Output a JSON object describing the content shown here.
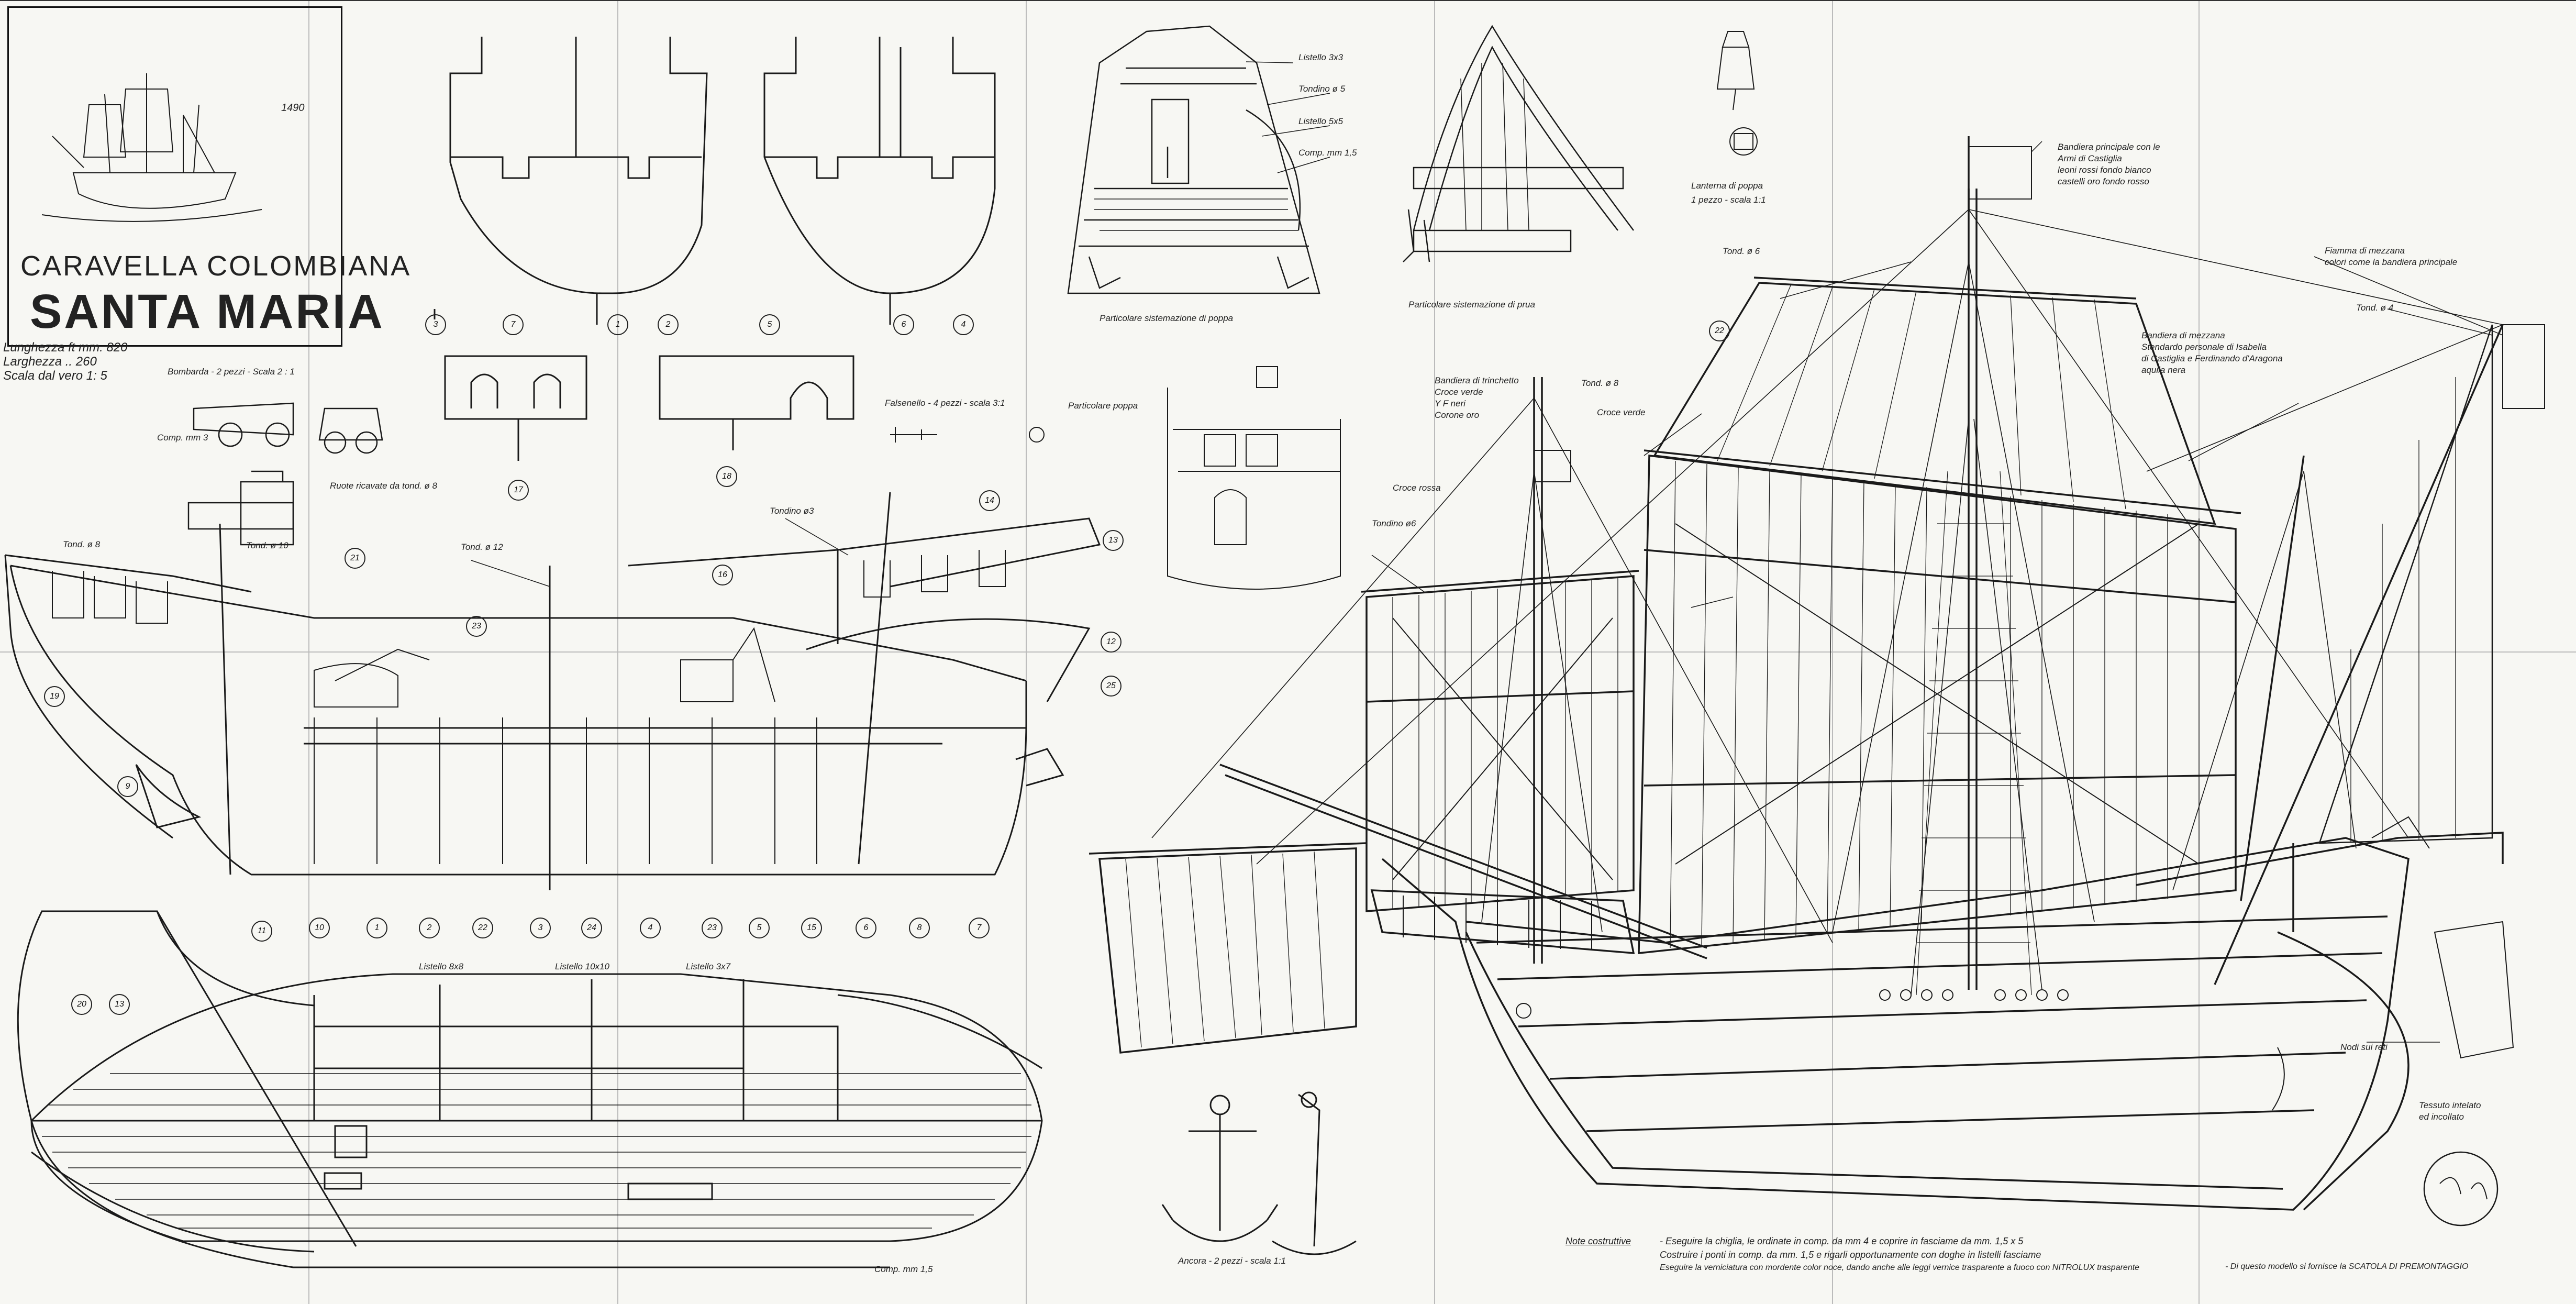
{
  "title": {
    "line1": "CARAVELLA COLOMBIANA",
    "line2": "SANTA MARIA",
    "year": "1490",
    "specs": [
      "Lunghezza ft mm. 820",
      "Larghezza     ..  260",
      "Scala dal vero  1: 5"
    ]
  },
  "labels": {
    "bombarda": "Bombarda - 2 pezzi - Scala 2 : 1",
    "comp3": "Comp. mm 3",
    "ruote": "Ruote ricavate da tond. ø 8",
    "tond8": "Tond. ø 8",
    "tond10": "Tond. ø 10",
    "tond12": "Tond. ø 12",
    "tondino3": "Tondino ø3",
    "falsenello": "Falsenello - 4 pezzi - scala 3:1",
    "part_poppa": "Particolare poppa",
    "listello3x3": "Listello 3x3",
    "tondino5": "Tondino ø 5",
    "listello5x5": "Listello 5x5",
    "comp15": "Comp. mm 1,5",
    "stern_detail": "Particolare sistemazione di poppa",
    "bow_detail": "Particolare sistemazione di prua",
    "lanterna": "Lanterna di poppa",
    "lanterna_sub": "1 pezzo - scala 1:1",
    "bandiera_principale": [
      "Bandiera principale con le",
      "Armi di Castiglia",
      "leoni rossi fondo bianco",
      "castelli oro fondo rosso"
    ],
    "fiamma": [
      "Fiamma di mezzana",
      "colori come la bandiera principale"
    ],
    "tond6": "Tond. ø 6",
    "tond4": "Tond. ø 4",
    "bandiera_mezzana": [
      "Bandiera di mezzana",
      "Stendardo personale di Isabella",
      "di Castiglia e Ferdinando d'Aragona",
      "aquila nera"
    ],
    "bandiera_trinchetto": [
      "Bandiera di trinchetto",
      "Croce verde",
      "Y F neri",
      "Corone oro"
    ],
    "croce_verde": "Croce verde",
    "croce_rossa": "Croce rossa",
    "tondino6": "Tondino ø6",
    "listello8x8": "Listello 8x8",
    "listello10x10": "Listello 10x10",
    "listello3x7": "Listello 3x7",
    "ancora": "Ancora - 2 pezzi - scala 1:1",
    "nodi": "Nodi sui reti",
    "tessuto": [
      "Tessuto intelato",
      "ed incollato"
    ],
    "nota_costruttive": "Note costruttive",
    "nota_lines": [
      "- Eseguire la chiglia, le ordinate in comp. da mm 4 e coprire in fasciame da mm. 1,5 x 5",
      "Costruire i ponti in comp. da mm. 1,5 e rigarli opportunamente con doghe in listelli fasciame",
      "Eseguire la verniciatura con mordente color noce, dando anche alle leggi vernice trasparente a fuoco con NITROLUX trasparente"
    ],
    "nota_end": "- Di questo modello si fornisce la SCATOLA DI PREMONTAGGIO"
  },
  "part_numbers": [
    "3",
    "7",
    "1",
    "2",
    "5",
    "6",
    "4",
    "17",
    "18",
    "14",
    "13",
    "21",
    "23",
    "16",
    "12",
    "19",
    "9",
    "25",
    "11",
    "10",
    "1",
    "2",
    "22",
    "3",
    "24",
    "4",
    "23",
    "5",
    "15",
    "6",
    "8",
    "7",
    "20",
    "13",
    "22"
  ]
}
